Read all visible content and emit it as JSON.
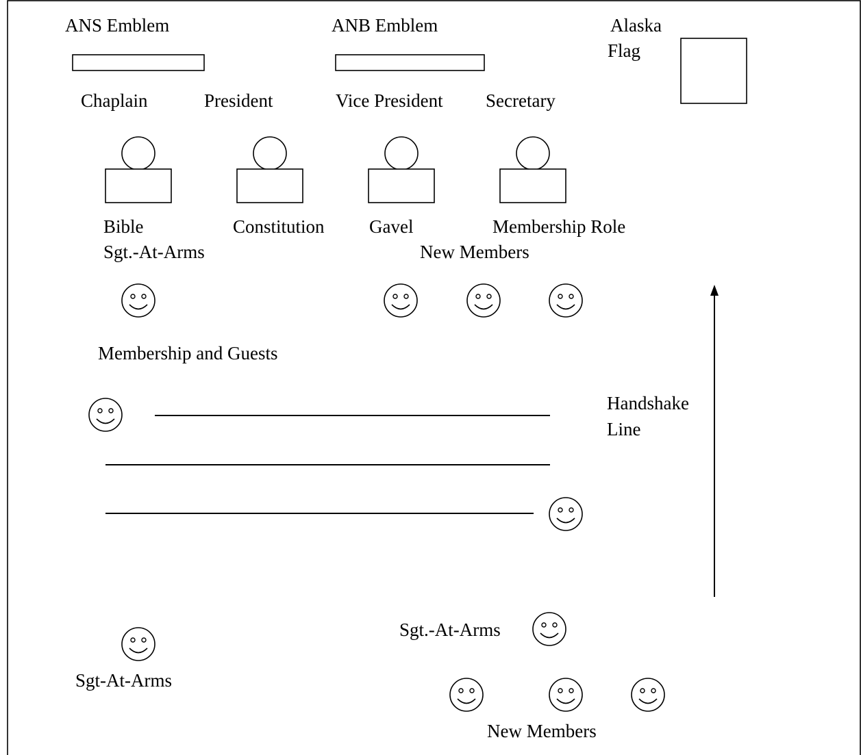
{
  "labels": {
    "ans_emblem": "ANS Emblem",
    "anb_emblem": "ANB Emblem",
    "alaska_flag_line1": "Alaska",
    "alaska_flag_line2": "Flag",
    "chaplain": "Chaplain",
    "president": "President",
    "vice_president": "Vice President",
    "secretary": "Secretary",
    "bible": "Bible",
    "constitution": "Constitution",
    "gavel": "Gavel",
    "membership_role": "Membership Role",
    "sgt_at_arms_top": "Sgt.-At-Arms",
    "new_members_top": "New Members",
    "membership_and_guests": "Membership and Guests",
    "handshake_line_1": "Handshake",
    "handshake_line_2": "Line",
    "sgt_at_arms_right": "Sgt.-At-Arms",
    "sgt_at_arms_left": "Sgt-At-Arms",
    "new_members_bottom": "New Members"
  },
  "colors": {
    "stroke": "#000000",
    "fill": "#ffffff",
    "text": "#000000"
  },
  "icons": {
    "person_symbol": "smiley-face-icon",
    "officer_symbol": "officer-at-table-icon",
    "flow_symbol": "arrow-up-icon"
  }
}
